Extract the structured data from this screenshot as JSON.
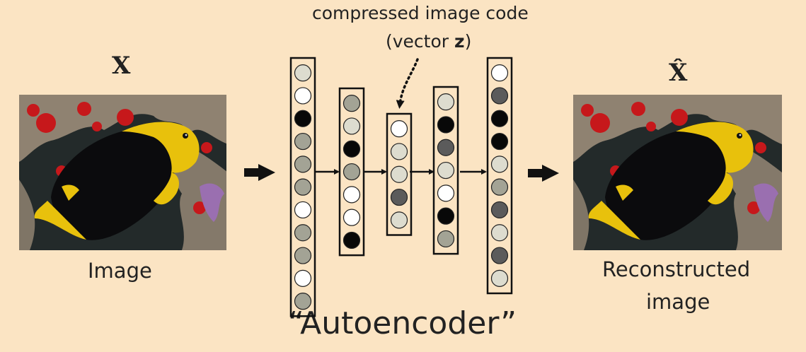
{
  "top_note": {
    "line1": "compressed image code",
    "line2_prefix": "(vector ",
    "line2_var": "z",
    "line2_suffix": ")"
  },
  "input": {
    "symbol": "X",
    "caption": "Image"
  },
  "output": {
    "symbol": "X̂",
    "caption_line1": "Reconstructed",
    "caption_line2": "image"
  },
  "title": "“Autoencoder”",
  "network": {
    "colors": {
      "w": "#ffffff",
      "l": "#dddccf",
      "m": "#a3a395",
      "d": "#5b5b5b",
      "k": "#080808"
    },
    "layers": [
      [
        "l",
        "w",
        "k",
        "m",
        "m",
        "m",
        "w",
        "m",
        "m",
        "w",
        "m"
      ],
      [
        "m",
        "l",
        "k",
        "m",
        "w",
        "w",
        "k"
      ],
      [
        "w",
        "l",
        "l",
        "d",
        "l"
      ],
      [
        "l",
        "k",
        "d",
        "l",
        "w",
        "k",
        "m"
      ],
      [
        "w",
        "d",
        "k",
        "k",
        "l",
        "m",
        "d",
        "l",
        "d",
        "l"
      ]
    ]
  },
  "photo_colors": {
    "bg": "#232a2a",
    "coral_red": "#c6181b",
    "rock": "#8f8271",
    "fish_black": "#0b0b0d",
    "fish_yellow": "#e8c10c",
    "purple": "#9a6fb0"
  }
}
